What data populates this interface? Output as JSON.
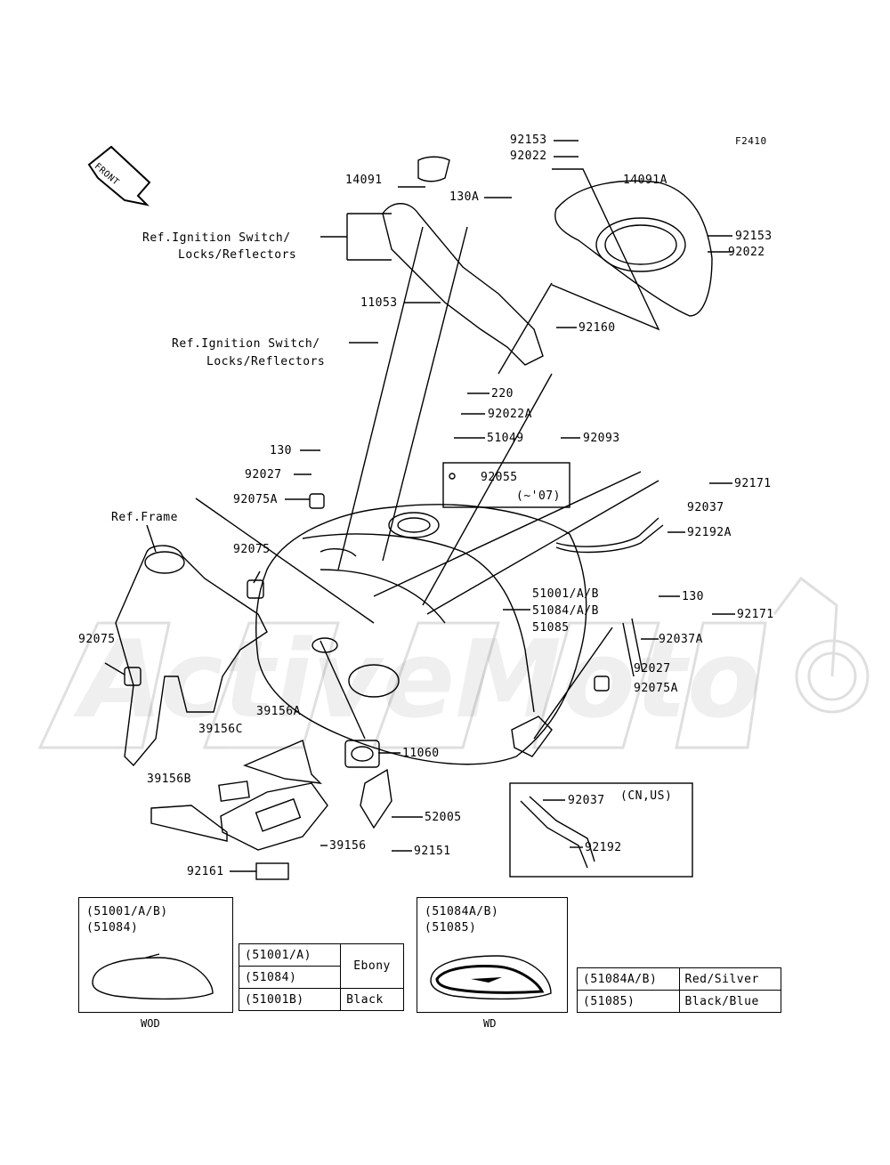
{
  "figure_code": "F2410",
  "front_marker": "FRONT",
  "labels": {
    "p92153_top": "92153",
    "p92022_top": "92022",
    "p14091": "14091",
    "p14091A": "14091A",
    "p130A": "130A",
    "ref_ignition_1a": "Ref.Ignition Switch/",
    "ref_ignition_1b": "Locks/Reflectors",
    "p92153_r": "92153",
    "p92022_r": "92022",
    "p11053": "11053",
    "p92160": "92160",
    "ref_ignition_2a": "Ref.Ignition Switch/",
    "ref_ignition_2b": "Locks/Reflectors",
    "p220": "220",
    "p92022A": "92022A",
    "p130": "130",
    "p51049": "51049",
    "p92093": "92093",
    "p92027": "92027",
    "p92055": "92055",
    "p92055_note": "(~'07)",
    "p92075A": "92075A",
    "ref_frame": "Ref.Frame",
    "p92171_top": "92171",
    "p92037_top": "92037",
    "p92192A": "92192A",
    "p92075": "92075",
    "p51001": "51001/A/B",
    "p51084": "51084/A/B",
    "p51085": "51085",
    "p130_r": "130",
    "p92171_r": "92171",
    "p92075_l": "92075",
    "p92037A": "92037A",
    "p92027_r": "92027",
    "p92075A_r": "92075A",
    "p39156A": "39156A",
    "p39156C": "39156C",
    "p11060": "11060",
    "p39156B": "39156B",
    "p92037_b": "92037",
    "p92037_note": "(CN,US)",
    "p52005": "52005",
    "p92151": "92151",
    "p92192": "92192",
    "p39156": "39156",
    "p92161": "92161"
  },
  "legend_left": {
    "line1": "(51001/A/B)",
    "line2": "(51084)",
    "caption": "WOD"
  },
  "legend_right": {
    "line1": "(51084A/B)",
    "line2": "(51085)",
    "caption": "WD"
  },
  "color_table_left": {
    "rows": [
      {
        "part": "(51001/A)",
        "color": "Ebony"
      },
      {
        "part": "(51084)",
        "color": ""
      },
      {
        "part": "(51001B)",
        "color": "Black"
      }
    ]
  },
  "color_table_right": {
    "rows": [
      {
        "part": "(51084A/B)",
        "color": "Red/Silver"
      },
      {
        "part": "(51085)",
        "color": "Black/Blue"
      }
    ]
  },
  "watermark_text": "ActiveMoto"
}
